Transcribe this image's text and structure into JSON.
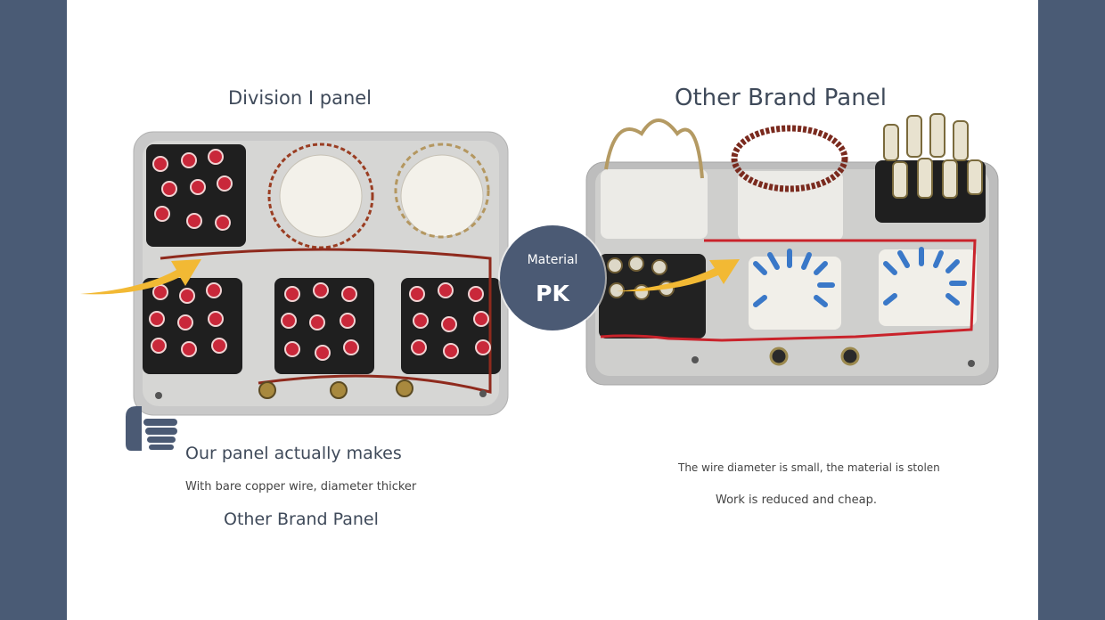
{
  "left": {
    "title": "Division I panel",
    "caption_heading": "Our panel actually makes",
    "caption_text": "With bare copper wire, diameter thicker",
    "caption_footer": "Other Brand Panel"
  },
  "right": {
    "title": "Other Brand Panel",
    "note1": "The wire diameter is small, the material is stolen",
    "note2": "Work is reduced and cheap."
  },
  "badge": {
    "label": "Material",
    "pk": "PK"
  },
  "icons": {
    "left_photo": "circuit-board-photo",
    "right_photo": "circuit-board-photo",
    "hand": "thumbs-up-hand-icon",
    "arrow": "yellow-arrow-icon"
  }
}
